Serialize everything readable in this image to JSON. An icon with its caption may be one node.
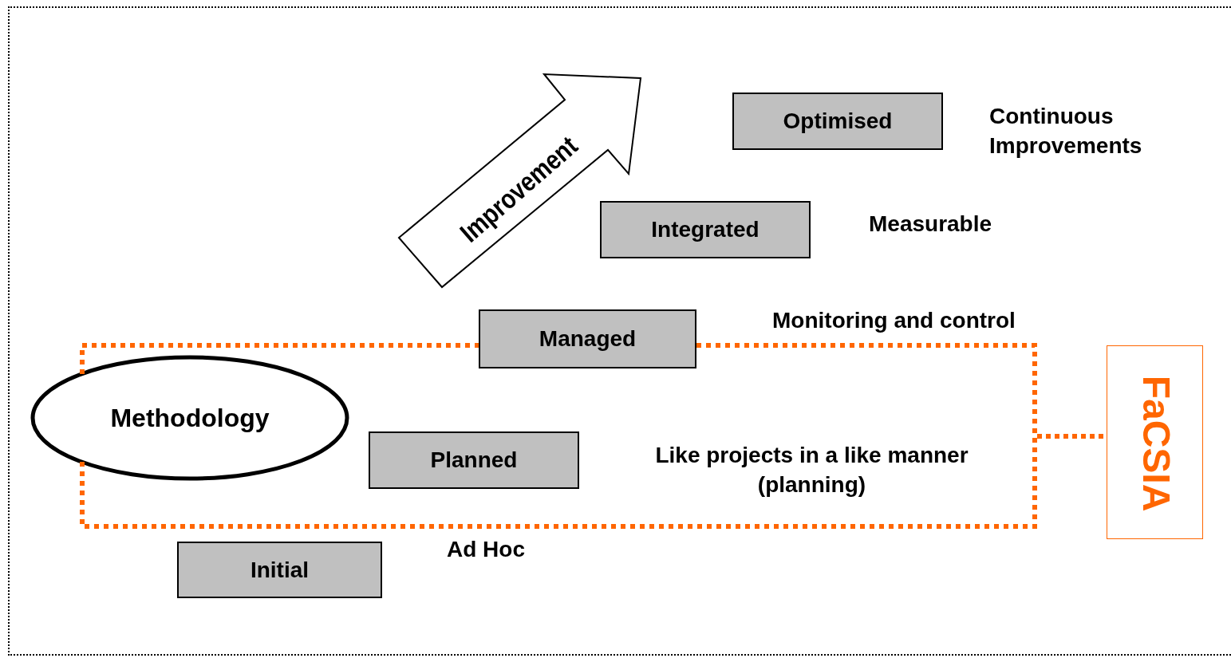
{
  "diagram": {
    "nodes": [
      {
        "text": [
          "Improvement"
        ]
      },
      {
        "text": [
          "Optimised"
        ]
      },
      {
        "text": [
          "Integrated"
        ]
      },
      {
        "text": [
          "Managed"
        ]
      },
      {
        "text": [],
        "shape": "box"
      },
      {
        "text": [
          "Methodology"
        ]
      },
      {
        "text": [
          "Planned"
        ],
        "in": 4
      },
      {
        "text": [
          "Initial"
        ]
      },
      {
        "text": [
          "FaCSIA"
        ]
      }
    ],
    "edges": [
      {
        "from": 4,
        "to": 8,
        "arrow": "none",
        "style": "dashed",
        "color": "#ff6600"
      }
    ],
    "labels": [
      "Continuous Improvements",
      "Measurable",
      "Monitoring and control",
      "Like projects in a like manner (planning)",
      "Ad Hoc"
    ]
  }
}
